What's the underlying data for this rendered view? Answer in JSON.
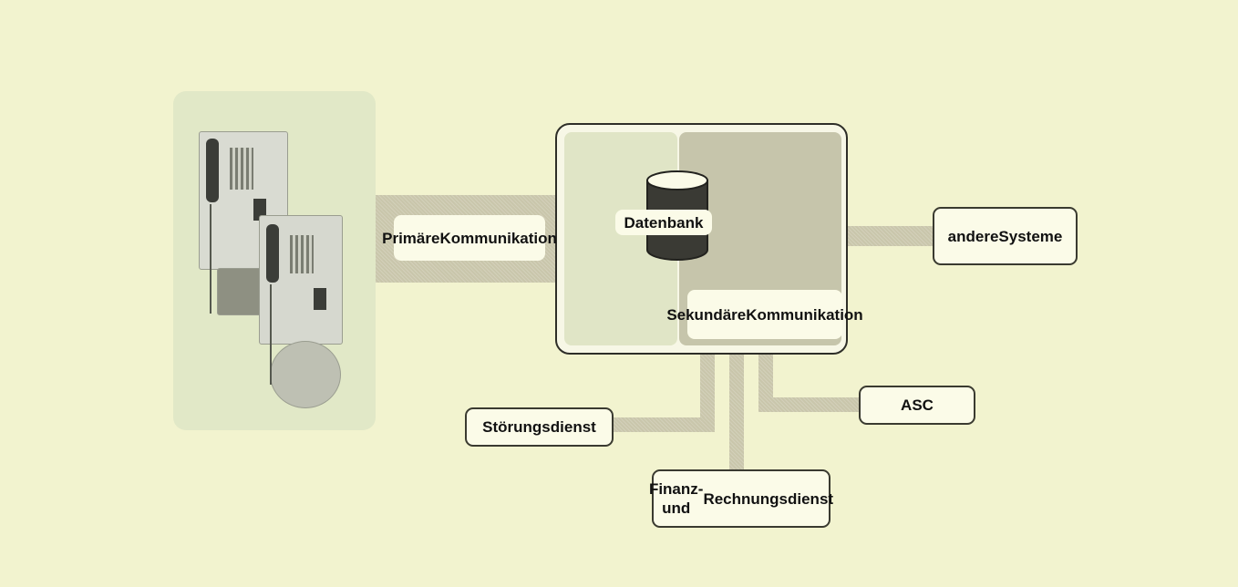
{
  "diagram": {
    "primary_label": [
      "Primäre",
      "Kommunikation"
    ],
    "database_label": "Datenbank",
    "secondary_label": [
      "Sekundäre",
      "Kommunikation"
    ],
    "other_systems_label": [
      "andere",
      "Systeme"
    ],
    "asc_label": "ASC",
    "fault_service_label": "Störungsdienst",
    "finance_label": [
      "Finanz- und",
      "Rechnungsdienst"
    ]
  },
  "colors": {
    "background": "#f2f3cf",
    "photo_panel": "#e1e8c7",
    "system_left": "#e0e5c6",
    "system_right": "#c6c5ab",
    "band": "#c9c6ab",
    "box_fill": "#fbfbe8",
    "box_border": "#3a3a30"
  },
  "icons": {
    "database": "database-cylinder-icon",
    "payphone": "payphone-icon"
  }
}
